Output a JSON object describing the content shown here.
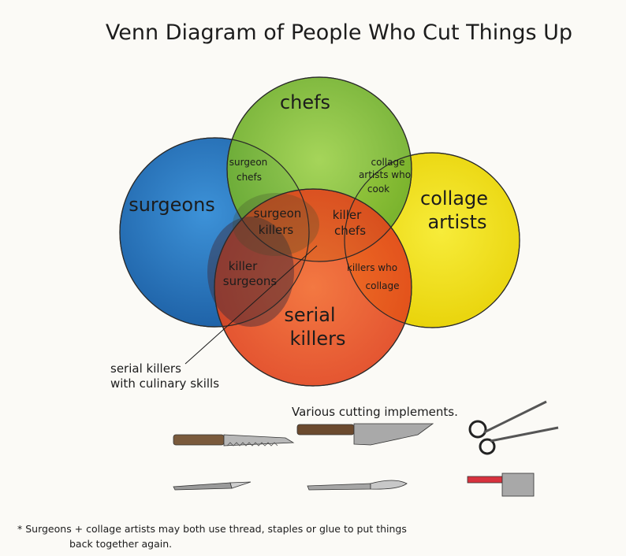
{
  "title": "Venn Diagram of People Who Cut Things Up",
  "sets": {
    "chefs": "chefs",
    "surgeons": "surgeons",
    "collage_line1": "collage",
    "collage_line2": "artists",
    "serial_line1": "serial",
    "serial_line2": "killers"
  },
  "overlaps": {
    "surgeon_chefs_1": "surgeon",
    "surgeon_chefs_2": "chefs",
    "collage_cook_1": "collage",
    "collage_cook_2": "artists who",
    "collage_cook_3": "cook",
    "surgeon_killers_1": "surgeon",
    "surgeon_killers_2": "killers",
    "killer_chefs_1": "killer",
    "killer_chefs_2": "chefs",
    "killer_surgeons_1": "killer",
    "killer_surgeons_2": "surgeons",
    "killers_collage_1": "killers who",
    "killers_collage_2": "collage"
  },
  "callout": {
    "line1": "serial killers",
    "line2": "with culinary skills"
  },
  "implements_label": "Various cutting implements.",
  "footnote": {
    "line1": "* Surgeons + collage artists may both use thread, staples or glue to put things",
    "line2": "back together again."
  },
  "colors": {
    "chefs": "#8cc63f",
    "surgeons": "#2b7fc9",
    "collage": "#f2e21e",
    "serial": "#ee5220"
  }
}
